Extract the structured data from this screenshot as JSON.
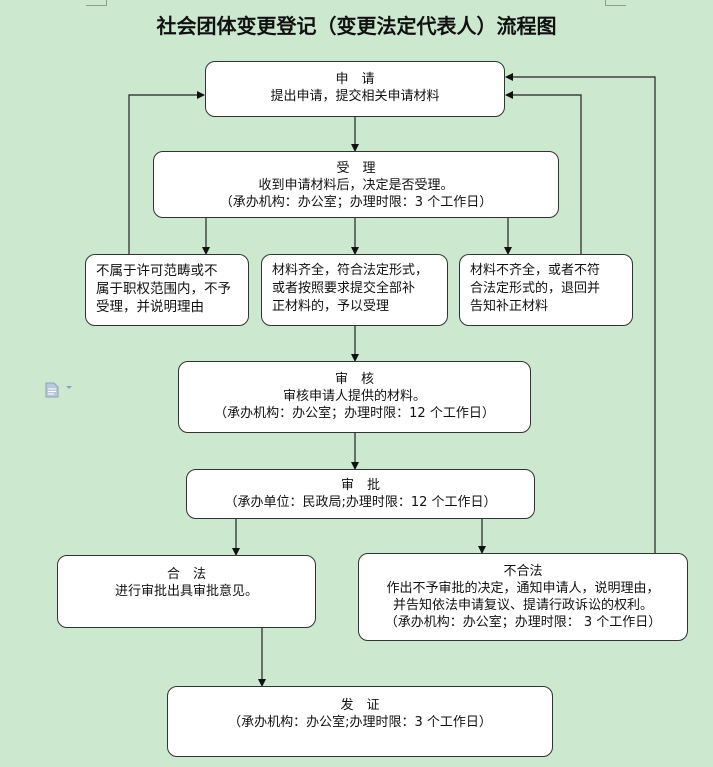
{
  "title": "社会团体变更登记（变更法定代表人）流程图",
  "nodes": {
    "apply": {
      "head": "申　请",
      "lines": [
        "提出申请，提交相关申请材料"
      ]
    },
    "accept": {
      "head": "受　理",
      "lines": [
        "收到申请材料后，决定是否受理。",
        "（承办机构：办公室；办理时限：3 个工作日）"
      ]
    },
    "reject_scope": {
      "lines": [
        "不属于许可范畴或不",
        "属于职权范围内，不予",
        "受理，并说明理由"
      ]
    },
    "complete": {
      "lines": [
        "材料齐全，符合法定形式，",
        "或者按照要求提交全部补",
        "正材料的，予以受理"
      ]
    },
    "incomplete": {
      "lines": [
        "材料不齐全，或者不符",
        "合法定形式的，退回并",
        "告知补正材料"
      ]
    },
    "review": {
      "head": "审　核",
      "lines": [
        "审核申请人提供的材料。",
        "（承办机构：办公室；办理时限：12 个工作日）"
      ]
    },
    "approve": {
      "head": "审　批",
      "lines": [
        "（承办单位：民政局;办理时限：12 个工作日）"
      ]
    },
    "legal": {
      "head": "合　法",
      "lines": [
        "进行审批出具审批意见。"
      ]
    },
    "illegal": {
      "head": "不合法",
      "lines": [
        "作出不予审批的决定，通知申请人，说明理由，",
        "并告知依法申请复议、提请行政诉讼的权利。",
        "（承办机构：办公室；办理时限： 3 个工作日）"
      ]
    },
    "certificate": {
      "head": "发　证",
      "lines": [
        "（承办机构：办公室;办理时限：3 个工作日）"
      ]
    }
  },
  "icons": {
    "document": "document-icon"
  },
  "colors": {
    "background": "#cce8cf",
    "box_fill": "#ffffff",
    "stroke": "#333333"
  }
}
